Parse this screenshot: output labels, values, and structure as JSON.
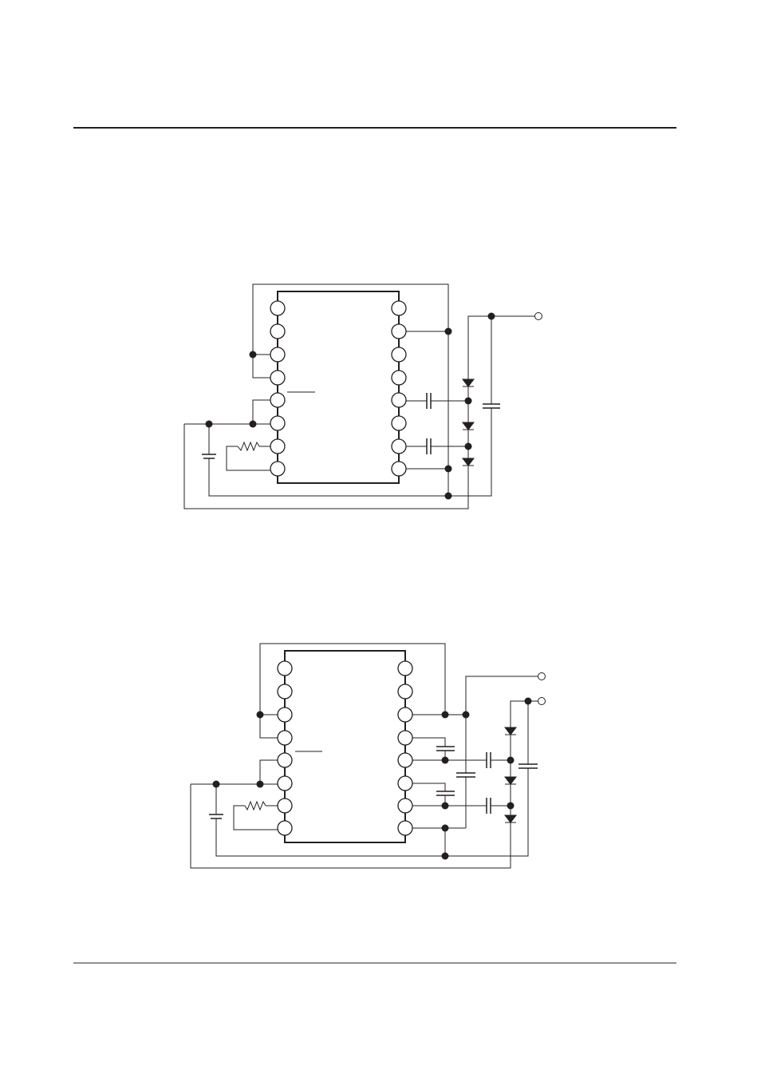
{
  "page": {
    "header_rule": "",
    "footer_rule": ""
  },
  "figures": [
    {
      "id": "circuit-1",
      "ic_pins_per_side": 8
    },
    {
      "id": "circuit-2",
      "ic_pins_per_side": 8
    }
  ]
}
